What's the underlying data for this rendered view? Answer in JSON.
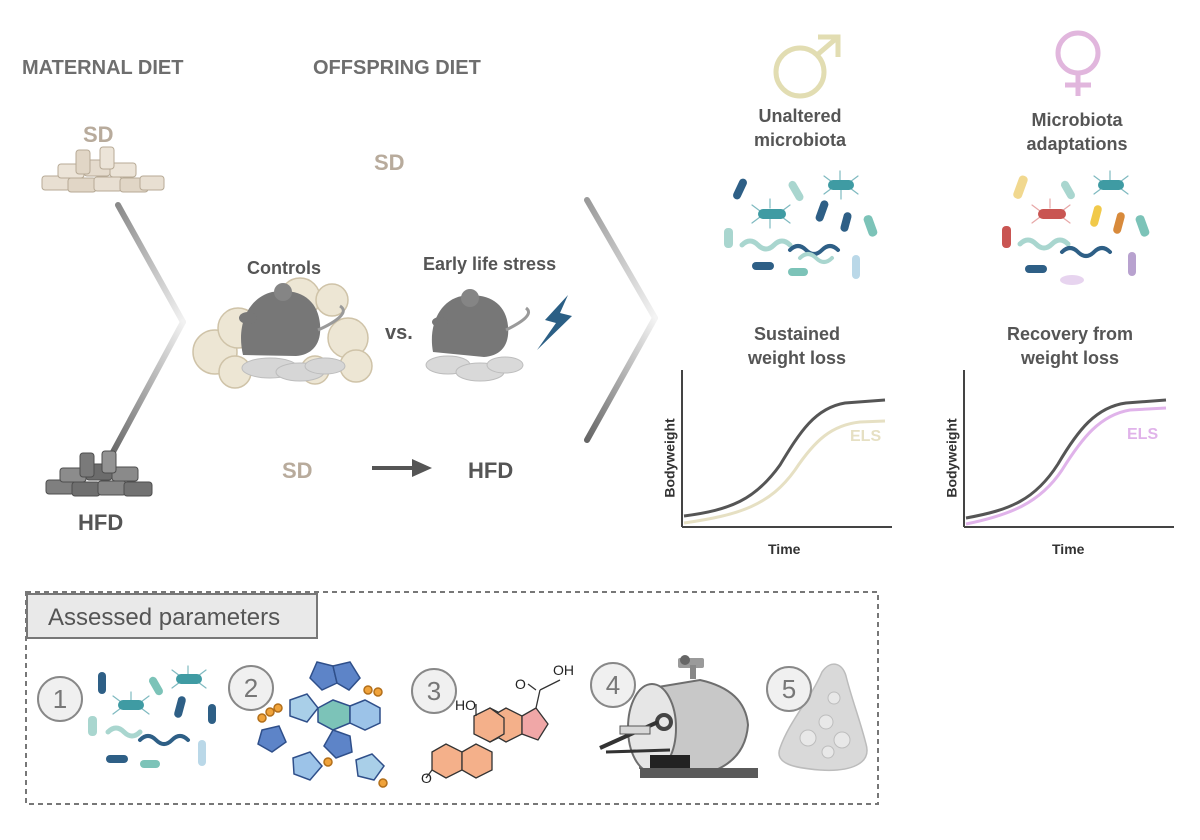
{
  "headers": {
    "maternal_diet": "MATERNAL DIET",
    "offspring_diet": "OFFSPRING DIET"
  },
  "maternal": {
    "sd": "SD",
    "hfd": "HFD"
  },
  "offspring": {
    "sd_top": "SD",
    "sd_bottom": "SD",
    "hfd": "HFD"
  },
  "groups": {
    "controls": "Controls",
    "vs": "vs.",
    "els": "Early life stress"
  },
  "male": {
    "title_line1": "Unaltered",
    "title_line2": "microbiota",
    "curve_line1": "Sustained",
    "curve_line2": "weight loss"
  },
  "female": {
    "title_line1": "Microbiota",
    "title_line2": "adaptations",
    "curve_line1": "Recovery from",
    "curve_line2": "weight loss"
  },
  "axes": {
    "y_label": "Bodyweight",
    "x_label": "Time",
    "series_label": "ELS"
  },
  "assessed": {
    "title": "Assessed parameters",
    "items": [
      {
        "number": "1",
        "icon": "microbiota-icon"
      },
      {
        "number": "2",
        "icon": "metabolites-icon"
      },
      {
        "number": "3",
        "icon": "steroid-hormone-icon"
      },
      {
        "number": "4",
        "icon": "mri-scanner-icon"
      },
      {
        "number": "5",
        "icon": "adipose-tissue-icon"
      }
    ]
  },
  "molecule_labels": {
    "oh_top": "OH",
    "o_mid": "O",
    "ho": "HO",
    "o_bottom": "O"
  },
  "colors": {
    "tan": "#b8ab9c",
    "dark_gray": "#555555",
    "male_symbol": "#e2ddb2",
    "female_symbol": "#e1b6dd",
    "els_male": "#e6e0c3",
    "els_female": "#e0b3ea",
    "control_curve": "#555555",
    "teal": "#5aa7a2",
    "blue": "#2e5f86"
  }
}
